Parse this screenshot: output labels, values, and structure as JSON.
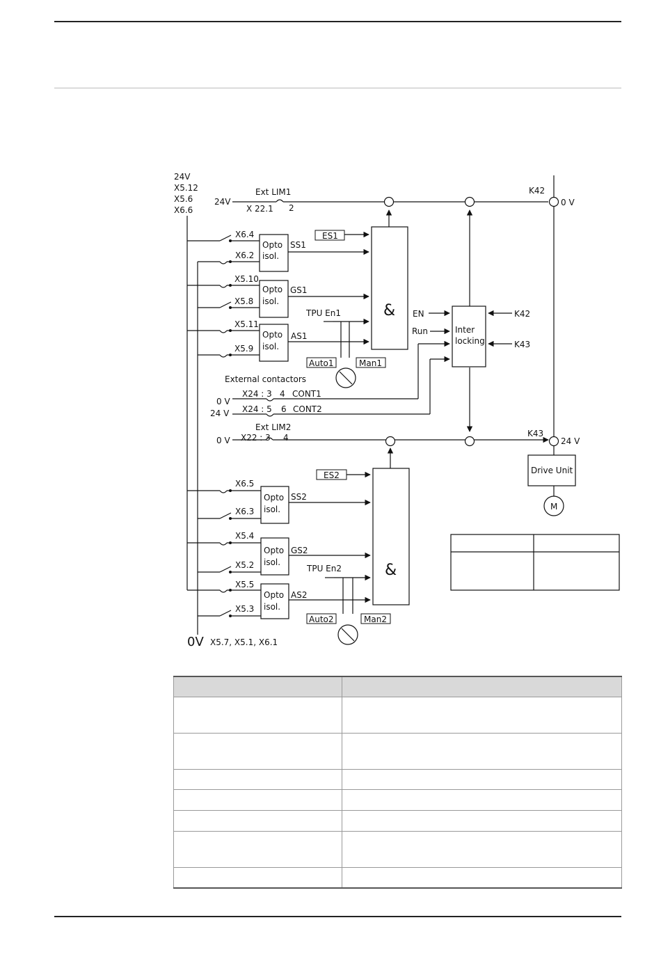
{
  "diagram": {
    "rail_left": [
      "24V",
      "X5.12",
      "X5.6",
      "X6.6"
    ],
    "rail_bottom_big": "0V",
    "rail_bottom_small": "X5.7, X5.1, X6.1",
    "ext_lim1": {
      "label": "Ext LIM1",
      "supply": "24V",
      "terminal": "X 22.1",
      "pin": "2"
    },
    "ext_lim2": {
      "label": "Ext LIM2",
      "supply": "0 V",
      "terminal": "X22 : 3",
      "pin": "4"
    },
    "k42": {
      "label": "K42",
      "node": "0 V"
    },
    "k43": {
      "label": "K43",
      "node": "24 V"
    },
    "chain1": {
      "switches": [
        "X6.4",
        "X6.2",
        "X5.10",
        "X5.8",
        "X5.11",
        "X5.9"
      ],
      "opto_top": "Opto",
      "opto_bottom": "isol.",
      "signals": [
        "SS1",
        "GS1",
        "AS1"
      ],
      "es": "ES1",
      "tpu": "TPU En1",
      "auto": "Auto1",
      "man": "Man1",
      "and": "&"
    },
    "chain2": {
      "switches": [
        "X6.5",
        "X6.3",
        "X5.4",
        "X5.2",
        "X5.5",
        "X5.3"
      ],
      "opto_top": "Opto",
      "opto_bottom": "isol.",
      "signals": [
        "SS2",
        "GS2",
        "AS2"
      ],
      "es": "ES2",
      "tpu": "TPU En2",
      "auto": "Auto2",
      "man": "Man2",
      "and": "&"
    },
    "interlock": {
      "line1": "Inter",
      "line2": "locking",
      "in_en": "EN",
      "in_run": "Run",
      "in_k42": "K42",
      "in_k43": "K43"
    },
    "external_contactors": {
      "title": "External contactors",
      "cont1": {
        "supply": "0 V",
        "terminal": "X24 : 3",
        "pin": "4",
        "name": "CONT1"
      },
      "cont2": {
        "supply": "24 V",
        "terminal": "X24 : 5",
        "pin": "6",
        "name": "CONT2"
      }
    },
    "drive_unit": "Drive Unit",
    "motor": "M"
  }
}
